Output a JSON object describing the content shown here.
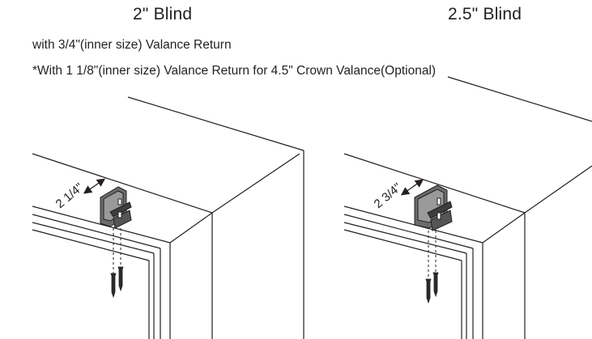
{
  "titles": {
    "left": "2\" Blind",
    "right": "2.5\" Blind"
  },
  "notes": {
    "line1": "with 3/4\"(inner size) Valance Return",
    "line2": "*With 1 1/8\"(inner size) Valance Return for 4.5\" Crown Valance(Optional)"
  },
  "dimensions": {
    "left": "2 1/4\"",
    "right": "2 3/4\""
  },
  "colors": {
    "line": "#231f20",
    "bracket": "#444444"
  }
}
